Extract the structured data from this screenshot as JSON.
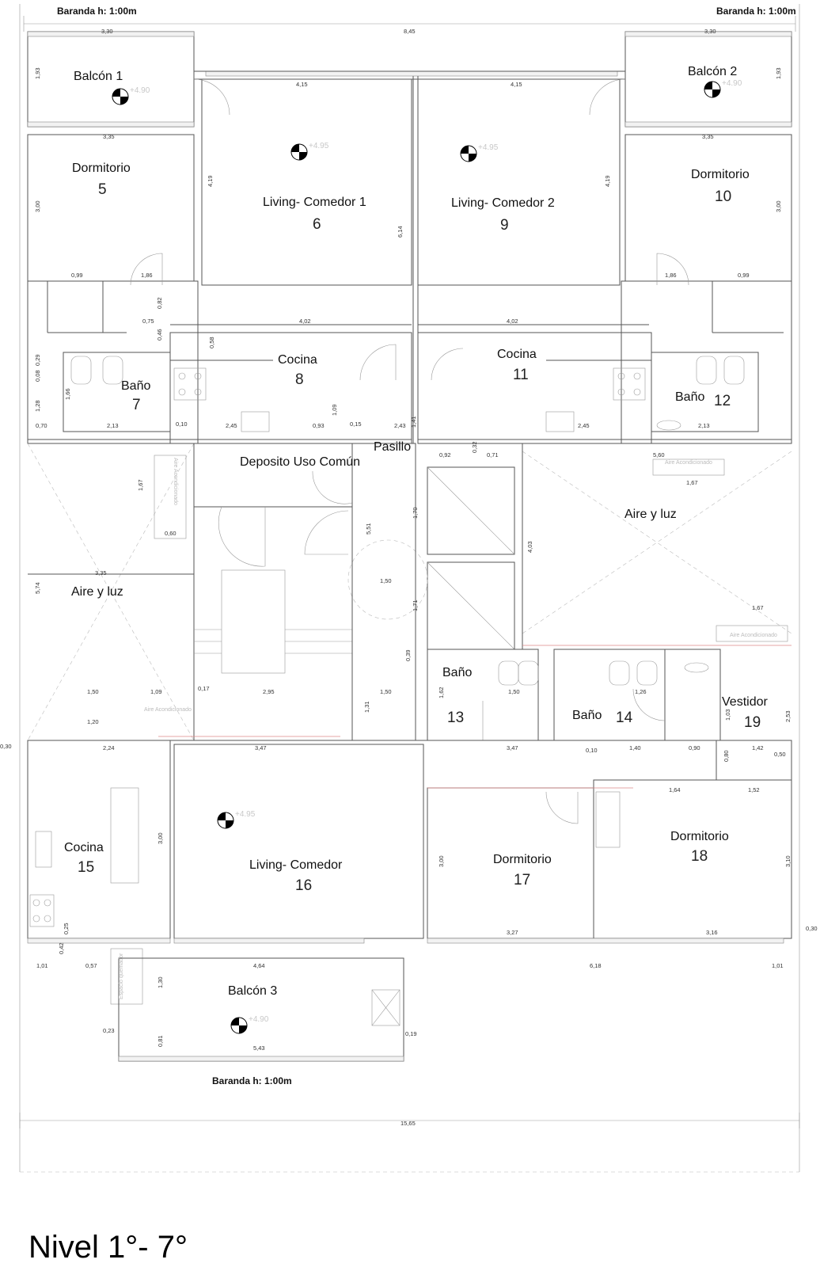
{
  "title": "Nivel 1°- 7°",
  "notes": {
    "baranda_top_left": "Baranda h: 1:00m",
    "baranda_top_right": "Baranda h: 1:00m",
    "baranda_bottom": "Baranda h: 1:00m"
  },
  "rooms": {
    "balcon1": {
      "name": "Balcón 1"
    },
    "balcon2": {
      "name": "Balcón 2"
    },
    "balcon3": {
      "name": "Balcón 3"
    },
    "dorm5": {
      "name": "Dormitorio",
      "num": "5"
    },
    "living6": {
      "name": "Living- Comedor 1",
      "num": "6"
    },
    "living9": {
      "name": "Living- Comedor 2",
      "num": "9"
    },
    "dorm10": {
      "name": "Dormitorio",
      "num": "10"
    },
    "bano7": {
      "name": "Baño",
      "num": "7"
    },
    "cocina8": {
      "name": "Cocina",
      "num": "8"
    },
    "cocina11": {
      "name": "Cocina",
      "num": "11"
    },
    "bano12": {
      "name": "Baño",
      "num": "12"
    },
    "pasillo": {
      "name": "Pasillo"
    },
    "deposito": {
      "name": "Deposito Uso Común"
    },
    "aire_izq": {
      "name": "Aire y luz"
    },
    "aire_der": {
      "name": "Aire y luz"
    },
    "bano13": {
      "name": "Baño",
      "num": "13"
    },
    "bano14": {
      "name": "Baño",
      "num": "14"
    },
    "vestidor19": {
      "name": "Vestidor",
      "num": "19"
    },
    "cocina15": {
      "name": "Cocina",
      "num": "15"
    },
    "living16": {
      "name": "Living- Comedor",
      "num": "16"
    },
    "dorm17": {
      "name": "Dormitorio",
      "num": "17"
    },
    "dorm18": {
      "name": "Dormitorio",
      "num": "18"
    }
  },
  "levels": {
    "balcon1": "+4.90",
    "balcon2": "+4.90",
    "living6": "+4.95",
    "living9": "+4.95",
    "living16": "+4.95",
    "balcon3": "+4.90"
  },
  "faint_labels": {
    "aire_acond_left": "Aire Acondicionado",
    "aire_acond_right_top": "Aire Acondicionado",
    "aire_acond_right_bottom": "Aire Acondicionado",
    "aire_acond_mid": "Aire Acondicionado",
    "espacio_quemador": "Espacio quemador"
  },
  "dimensions": {
    "top_total": "8,45",
    "balcon1_w": "3,30",
    "balcon2_w": "3,30",
    "living6_w": "4,15",
    "living9_w": "4,15",
    "living_h": "6,14",
    "bottom_total": "15,65",
    "balcon3_w": "5,43",
    "living16_w": "4,64",
    "dorm17_w": "6,18",
    "aire_izq_h": "5,74",
    "aire_izq_w": "3,35",
    "pasillo_h": "5,51",
    "circle_d": "1,50",
    "aire_der_h": "4,03",
    "cocina4_02_l": "4,02",
    "cocina4_02_r": "4,02",
    "d_l_335": "3,35",
    "d_r_335": "3,35",
    "d_l_300": "3,00",
    "d_r_300": "3,00",
    "d_l_419": "4,19",
    "d_r_419": "4,19",
    "d_l_193": "1,93",
    "d_r_193": "1,93",
    "d_347_l": "3,47",
    "d_347_r": "3,47",
    "d_295": "2,95",
    "d_224": "2,24",
    "d_150_mid": "1,50",
    "d_327": "3,27",
    "d_316": "3,16",
    "d_310": "3,10",
    "d_300_b": "3,00",
    "d_300_c": "3,00",
    "d_170": "1,70",
    "d_171": "1,71",
    "d_167_a": "1,67",
    "d_167_b": "1,67",
    "d_167_c": "1,67",
    "d_560": "5,60",
    "d_245_l": "2,45",
    "d_245_r": "2,45",
    "d_213_l": "2,13",
    "d_213_r": "2,13",
    "d_243": "2,43",
    "d_186_l": "1,86",
    "d_186_r": "1,86",
    "d_099_l": "0,99",
    "d_099_r": "0,99",
    "d_164": "1,64",
    "d_152": "1,52",
    "d_140": "1,40",
    "d_142": "1,42",
    "d_126": "1,26",
    "d_253": "2,53",
    "d_109": "1,09",
    "d_120": "1,20",
    "d_101_l": "1,01",
    "d_101_r": "1,01",
    "d_015_a": "0,15",
    "d_010_a": "0,10",
    "d_060_a": "0,60",
    "d_070_a": "0,70",
    "d_075_a": "0,75",
    "d_050_a": "0,50",
    "d_090_a": "0,90",
    "d_093_a": "0,93",
    "d_030_a": "0,30",
    "d_128_a": "1,28",
    "d_166_a": "1,66",
    "d_141": "1,41",
    "d_131": "1,31",
    "d_162": "1,62",
    "d_103": "1,03",
    "d_092": "0,92",
    "d_071": "0,71",
    "d_032": "0,32",
    "d_082": "0,82",
    "d_046": "0,46",
    "d_058": "0,58",
    "d_029": "0,29",
    "d_008": "0,08",
    "d_017": "0,17",
    "d_039": "0,39",
    "d_057": "0,57",
    "d_042": "0,42",
    "d_025": "0,25",
    "d_023": "0,23",
    "d_019": "0,19",
    "d_081": "0,81",
    "d_130": "1,30",
    "d_080": "0,80"
  }
}
